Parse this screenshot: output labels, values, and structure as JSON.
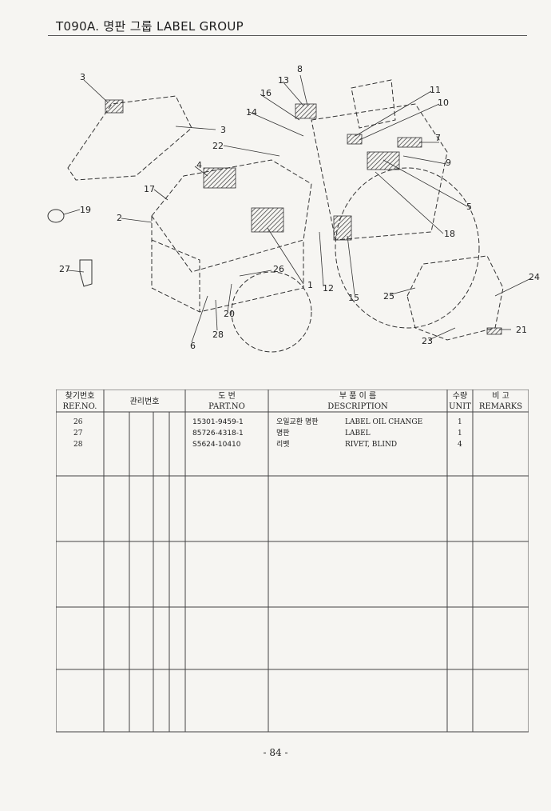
{
  "title": "T090A. 명판 그룹 LABEL GROUP",
  "callouts": [
    "1",
    "2",
    "3",
    "3",
    "4",
    "5",
    "6",
    "7",
    "8",
    "9",
    "10",
    "11",
    "12",
    "13",
    "14",
    "15",
    "16",
    "17",
    "18",
    "19",
    "20",
    "21",
    "22",
    "23",
    "24",
    "25",
    "26",
    "27",
    "28"
  ],
  "table": {
    "headers": {
      "ref_ko": "찾기번호",
      "ref_en": "REF.NO.",
      "mgmt_ko": "관리번호",
      "part_ko": "도 번",
      "part_en": "PART.NO",
      "desc_ko": "부 품 이 름",
      "desc_en": "DESCRIPTION",
      "qty_ko": "수량",
      "qty_en": "UNIT",
      "remarks_ko": "비 고",
      "remarks_en": "REMARKS"
    },
    "rows": [
      {
        "ref": "26",
        "part_no": "15301-9459-1",
        "desc_ko": "오일교환 명판",
        "desc_en": "LABEL OIL CHANGE",
        "unit": "1"
      },
      {
        "ref": "27",
        "part_no": "85726-4318-1",
        "desc_ko": "명판",
        "desc_en": "LABEL",
        "unit": "1"
      },
      {
        "ref": "28",
        "part_no": "S5624-10410",
        "desc_ko": "리벳",
        "desc_en": "RIVET, BLIND",
        "unit": "4"
      }
    ]
  },
  "page_number": "- 84 -"
}
